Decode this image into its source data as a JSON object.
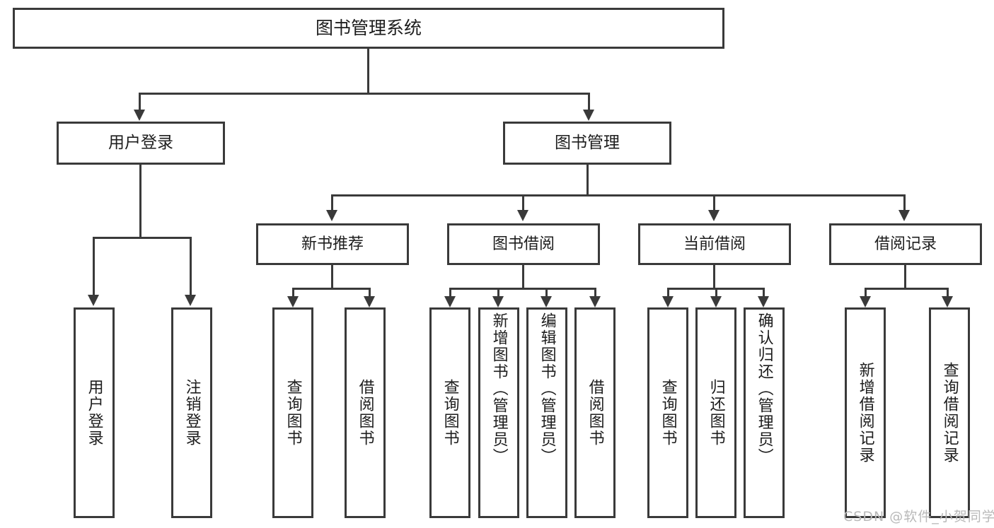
{
  "diagram": {
    "type": "tree-hierarchy-chart",
    "title": "图书管理系统",
    "watermark": "CSDN @软件_小贺同学",
    "colors": {
      "stroke": "#3a3a3a",
      "fill": "#ffffff",
      "text": "#1d1d1d",
      "watermark": "#b9b9b9"
    },
    "root": {
      "label": "图书管理系统"
    },
    "level2": [
      {
        "label": "用户登录"
      },
      {
        "label": "图书管理"
      }
    ],
    "level3": [
      {
        "label": "新书推荐"
      },
      {
        "label": "图书借阅"
      },
      {
        "label": "当前借阅"
      },
      {
        "label": "借阅记录"
      }
    ],
    "leaves": {
      "user_login": [
        {
          "label": "用户登录"
        },
        {
          "label": "注销登录"
        }
      ],
      "new_book": [
        {
          "label": "查询图书"
        },
        {
          "label": "借阅图书"
        }
      ],
      "book_borrow": [
        {
          "label": "查询图书"
        },
        {
          "label": "新增图书（管理员）"
        },
        {
          "label": "编辑图书（管理员）"
        },
        {
          "label": "借阅图书"
        }
      ],
      "current_borrow": [
        {
          "label": "查询图书"
        },
        {
          "label": "归还图书"
        },
        {
          "label": "确认归还（管理员）"
        }
      ],
      "borrow_record": [
        {
          "label": "新增借阅记录"
        },
        {
          "label": "查询借阅记录"
        }
      ]
    }
  }
}
